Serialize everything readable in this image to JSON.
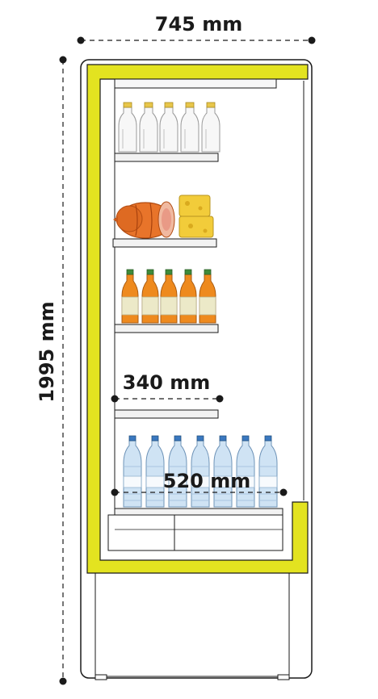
{
  "dimensions": {
    "width": "745 mm",
    "height": "1995 mm",
    "shelf_depth": "340 mm",
    "base_depth": "520 mm"
  },
  "colors": {
    "frame": "#e3e320",
    "outline": "#1a1a1a",
    "shelf": "#f2f2f2",
    "milk": "#f7f7f7",
    "milk_cap": "#e8c64a",
    "ham": "#e8742a",
    "cheese": "#f2cc3a",
    "juice": "#ee8a1e",
    "juice_label": "#ece9c8",
    "water": "#cfe3f4",
    "water_cap": "#3a78c0"
  },
  "products": {
    "shelf1": "milk bottles",
    "shelf2": "ham and cheese",
    "shelf3": "juice bottles",
    "shelf5": "water bottles"
  }
}
